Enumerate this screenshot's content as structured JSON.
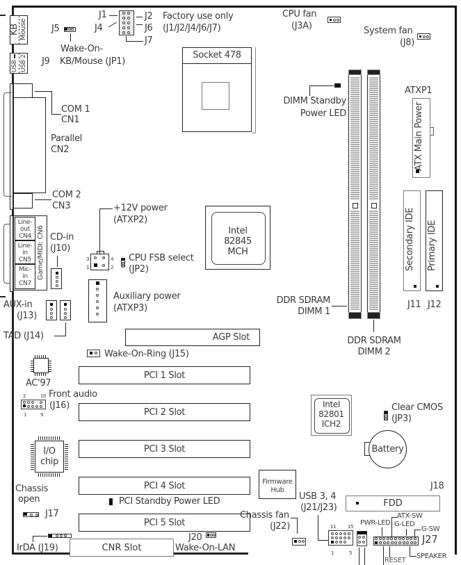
{
  "diagram": {
    "title": "Motherboard layout",
    "board_outline": "motherboard-board"
  },
  "rear_io": {
    "kb": "KB",
    "mouse": "Mouse",
    "usb1": "USB 1",
    "usb2": "USB 2",
    "usb_short": "USB",
    "j9": "J9",
    "j5": "J5",
    "wake_kb_line1": "Wake-On-",
    "wake_kb_line2": "KB/Mouse (JP1)",
    "com1_line1": "COM 1",
    "com1_line2": "CN1",
    "parallel_line1": "Parallel",
    "parallel_line2": "CN2",
    "com2_line1": "COM 2",
    "com2_line2": "CN3",
    "lineout": [
      "Line-",
      "out",
      "CN4"
    ],
    "linein": [
      "Line-",
      "in",
      "CN5"
    ],
    "micin": [
      "Mic-",
      "in",
      "CN7"
    ],
    "game_midi": "Game/MIDI: CN6"
  },
  "jumpers_top": {
    "j1": "J1",
    "j2": "J2",
    "j4": "J4",
    "j6": "J6",
    "j7": "J7",
    "factory_line1": "Factory use only",
    "factory_line2": "(J1/J2/J4/J6/J7)"
  },
  "cpu": {
    "socket": "Socket 478",
    "cpu_fan_line1": "CPU fan",
    "cpu_fan_line2": "(J3A)",
    "sys_fan_line1": "System fan",
    "sys_fan_line2": "(J8)"
  },
  "power": {
    "atxp1": "ATXP1",
    "atx_main": "ATX Main Power",
    "p12v_line1": "+12V power",
    "p12v_line2": "(ATXP2)",
    "pin3": "3",
    "pin4": "4",
    "pin1": "1",
    "pin2": "2",
    "aux_line1": "Auxiliary power",
    "aux_line2": "(ATXP3)"
  },
  "memory": {
    "standby_line1": "DIMM Standby",
    "standby_line2": "Power LED",
    "dimm1_line1": "DDR SDRAM",
    "dimm1_line2": "DIMM 1",
    "dimm2_line1": "DDR SDRAM",
    "dimm2_line2": "DIMM 2"
  },
  "ide": {
    "secondary": "Secondary IDE",
    "primary": "Primary IDE",
    "j11": "J11",
    "j12": "J12"
  },
  "chips": {
    "mch": [
      "Intel",
      "82845",
      "MCH"
    ],
    "ich": [
      "Intel",
      "82801",
      "ICH2"
    ],
    "ac97": "AC'97",
    "io": [
      "I/O",
      "chip"
    ],
    "firmware": [
      "Firmware",
      "Hub"
    ],
    "battery": "Battery"
  },
  "audio": {
    "cdin_line1": "CD-in",
    "cdin_line2": "(J10)",
    "auxin_line1": "AUX-in",
    "auxin_line2": "(J13)",
    "tad": "TAD (J14)",
    "front_audio_line1": "Front audio",
    "front_audio_line2": "(J16)",
    "fa_pin2": "2",
    "fa_pin10": "10",
    "fa_pin1": "1",
    "fa_pin9": "9"
  },
  "jumpers": {
    "fsb_line1": "CPU FSB select",
    "fsb_line2": "(JP2)",
    "wor": "Wake-On-Ring (J15)",
    "clear_cmos_line1": "Clear CMOS",
    "clear_cmos_line2": "(JP3)",
    "chassis_open_line1": "Chassis",
    "chassis_open_line2": "open",
    "j17": "J17",
    "irda": "IrDA (J19)",
    "j20": "J20",
    "wol": "Wake-On-LAN",
    "chassis_fan_line1": "Chassis fan",
    "chassis_fan_line2": "(J22)",
    "usb34_line1": "USB 3, 4",
    "usb34_line2": "(J21/J23)",
    "usb_pin11": "11",
    "usb_pin15": "15",
    "usb_pin1": "1",
    "usb_pin5": "5",
    "j18": "J18",
    "fdd": "FDD",
    "j27": "J27",
    "pwr_led": "PWR-LED",
    "atx_sw": "ATX-SW",
    "g_led": "G-LED",
    "g_sw": "G-SW",
    "reset": "RESET",
    "speaker": "SPEAKER"
  },
  "slots": {
    "agp": "AGP Slot",
    "pci1": "PCI 1 Slot",
    "pci2": "PCI 2 Slot",
    "pci3": "PCI 3 Slot",
    "pci4": "PCI 4 Slot",
    "pci5": "PCI 5 Slot",
    "cnr": "CNR Slot",
    "pci_standby": "PCI Standby Power LED"
  }
}
